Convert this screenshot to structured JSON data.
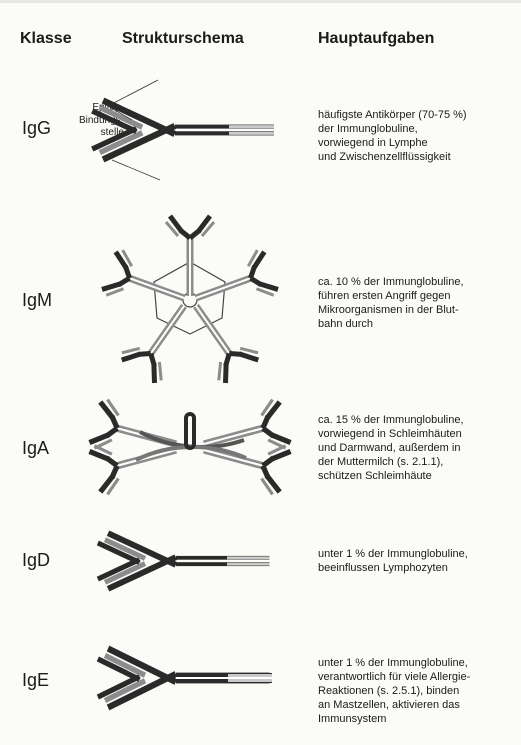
{
  "headers": {
    "klasse": "Klasse",
    "struktur": "Strukturschema",
    "hauptaufgaben": "Hauptaufgaben"
  },
  "epitope_label": [
    "Epitop-",
    "Bindungs-",
    "stelle"
  ],
  "rows": [
    {
      "class": "IgG",
      "description": [
        "häufigste Antikörper (70-75 %)",
        "der Immunglobuline,",
        "vorwiegend in Lymphe",
        "und Zwischenzellflüssigkeit"
      ]
    },
    {
      "class": "IgM",
      "description": [
        "ca. 10 % der Immunglobuline,",
        "führen ersten Angriff gegen",
        "Mikroorganismen in der Blut-",
        "bahn durch"
      ]
    },
    {
      "class": "IgA",
      "description": [
        "ca. 15 % der Immunglobuline,",
        "vorwiegend in Schleimhäuten",
        "und Darmwand, außerdem in",
        "der Muttermilch (s. 2.1.1),",
        "schützen Schleimhäute"
      ]
    },
    {
      "class": "IgD",
      "description": [
        "unter 1 % der Immunglobuline,",
        "beeinflussen Lymphozyten"
      ]
    },
    {
      "class": "IgE",
      "description": [
        "unter 1 % der Immunglobuline,",
        "verantwortlich für viele Allergie-",
        "Reaktionen (s. 2.5.1), binden",
        "an Mastzellen, aktivieren das",
        "Immunsystem"
      ]
    }
  ],
  "colors": {
    "heavy_chain": "#2a2a2a",
    "light_chain": "#8c8c8c",
    "outline": "#444444",
    "background": "#fbfbf8"
  }
}
